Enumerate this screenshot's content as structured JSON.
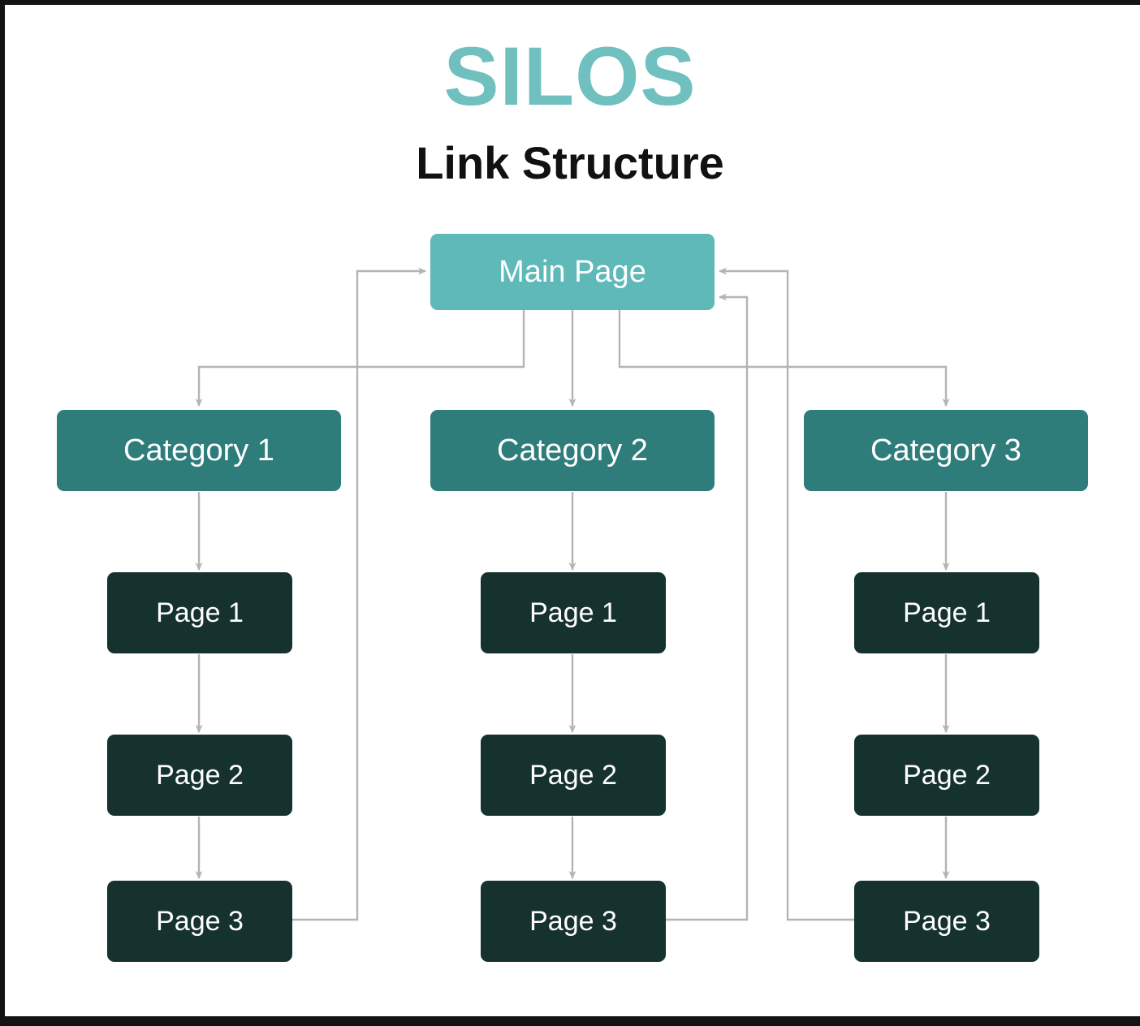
{
  "diagram": {
    "title": "SILOS",
    "subtitle": "Link Structure",
    "type": "hierarchy-flowchart",
    "colors": {
      "title_accent": "#70c0c0",
      "subtitle": "#111111",
      "main_node": "#5fb9b9",
      "category_node": "#2f7d7b",
      "page_node": "#16322f",
      "node_text": "#ffffff",
      "connector": "#b4b4b4",
      "frame": "#141414",
      "background": "#ffffff"
    },
    "root": {
      "label": "Main Page"
    },
    "silos": [
      {
        "category": "Category 1",
        "pages": [
          "Page 1",
          "Page 2",
          "Page 3"
        ]
      },
      {
        "category": "Category 2",
        "pages": [
          "Page 1",
          "Page 2",
          "Page 3"
        ]
      },
      {
        "category": "Category 3",
        "pages": [
          "Page 1",
          "Page 2",
          "Page 3"
        ]
      }
    ],
    "connections": [
      {
        "from": "Main Page",
        "to": "Category 1",
        "kind": "down"
      },
      {
        "from": "Main Page",
        "to": "Category 2",
        "kind": "down"
      },
      {
        "from": "Main Page",
        "to": "Category 3",
        "kind": "down"
      },
      {
        "from": "Category 1",
        "to": "Silo 1 Page 1",
        "kind": "down"
      },
      {
        "from": "Silo 1 Page 1",
        "to": "Silo 1 Page 2",
        "kind": "down"
      },
      {
        "from": "Silo 1 Page 2",
        "to": "Silo 1 Page 3",
        "kind": "down"
      },
      {
        "from": "Category 2",
        "to": "Silo 2 Page 1",
        "kind": "down"
      },
      {
        "from": "Silo 2 Page 1",
        "to": "Silo 2 Page 2",
        "kind": "down"
      },
      {
        "from": "Silo 2 Page 2",
        "to": "Silo 2 Page 3",
        "kind": "down"
      },
      {
        "from": "Category 3",
        "to": "Silo 3 Page 1",
        "kind": "down"
      },
      {
        "from": "Silo 3 Page 1",
        "to": "Silo 3 Page 2",
        "kind": "down"
      },
      {
        "from": "Silo 3 Page 2",
        "to": "Silo 3 Page 3",
        "kind": "down"
      },
      {
        "from": "Silo 1 Page 3",
        "to": "Main Page",
        "kind": "return-left"
      },
      {
        "from": "Silo 2 Page 3",
        "to": "Main Page",
        "kind": "return-right"
      },
      {
        "from": "Silo 3 Page 3",
        "to": "Main Page",
        "kind": "return-right"
      }
    ]
  }
}
